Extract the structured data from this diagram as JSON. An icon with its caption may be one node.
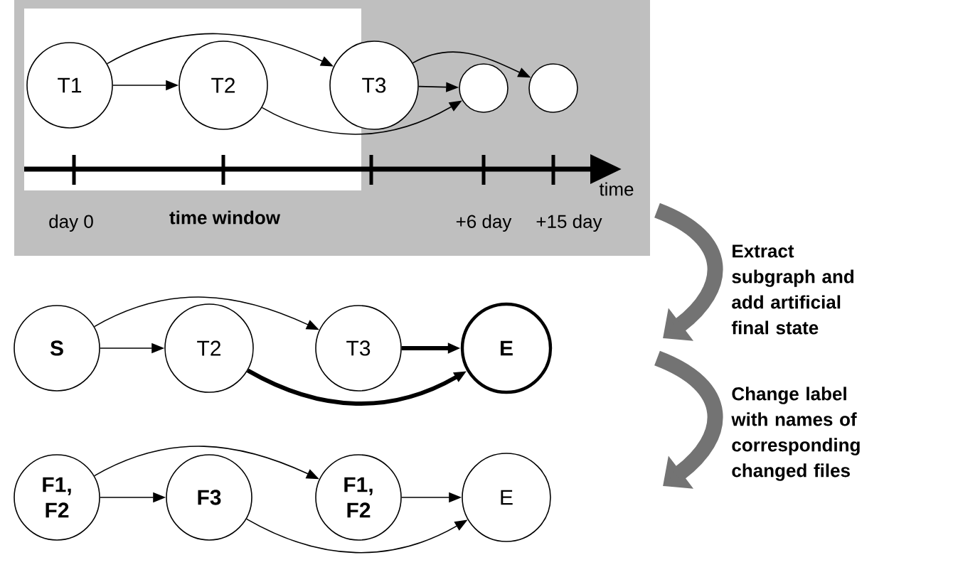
{
  "diagram": {
    "nodes": [
      {
        "text": [
          "T1"
        ]
      },
      {
        "text": [
          "T2"
        ]
      },
      {
        "text": [
          "T3"
        ]
      },
      {
        "text": [],
        "shape": "circle"
      },
      {
        "text": [],
        "shape": "circle"
      },
      {
        "text": [
          "S"
        ]
      },
      {
        "text": [
          "T2"
        ]
      },
      {
        "text": [
          "T3"
        ]
      },
      {
        "text": [
          "E"
        ]
      },
      {
        "text": [
          "F1, F2"
        ]
      },
      {
        "text": [
          "F3"
        ]
      },
      {
        "text": [
          "F1, F2"
        ]
      },
      {
        "text": [
          "E"
        ]
      }
    ],
    "edges": [
      {
        "from": 0,
        "to": 1,
        "arrow": "to"
      },
      {
        "from": 0,
        "to": 2,
        "arrow": "to"
      },
      {
        "from": 1,
        "to": 3,
        "arrow": "to"
      },
      {
        "from": 2,
        "to": 3,
        "arrow": "to"
      },
      {
        "from": 2,
        "to": 4,
        "arrow": "to"
      },
      {
        "from": 5,
        "to": 6,
        "arrow": "to"
      },
      {
        "from": 5,
        "to": 7,
        "arrow": "to"
      },
      {
        "from": 7,
        "to": 8,
        "arrow": "to",
        "style": "thick"
      },
      {
        "from": 6,
        "to": 8,
        "arrow": "to",
        "style": "thick"
      },
      {
        "from": 9,
        "to": 10,
        "arrow": "to"
      },
      {
        "from": 9,
        "to": 11,
        "arrow": "to"
      },
      {
        "from": 11,
        "to": 12,
        "arrow": "to"
      },
      {
        "from": 10,
        "to": 12,
        "arrow": "to"
      }
    ],
    "labels": [
      "time",
      "day 0",
      "time window",
      "+6 day",
      "+15 day",
      "Extract subgraph and add artificial final state",
      "Change label with names of corresponding changed files"
    ]
  }
}
